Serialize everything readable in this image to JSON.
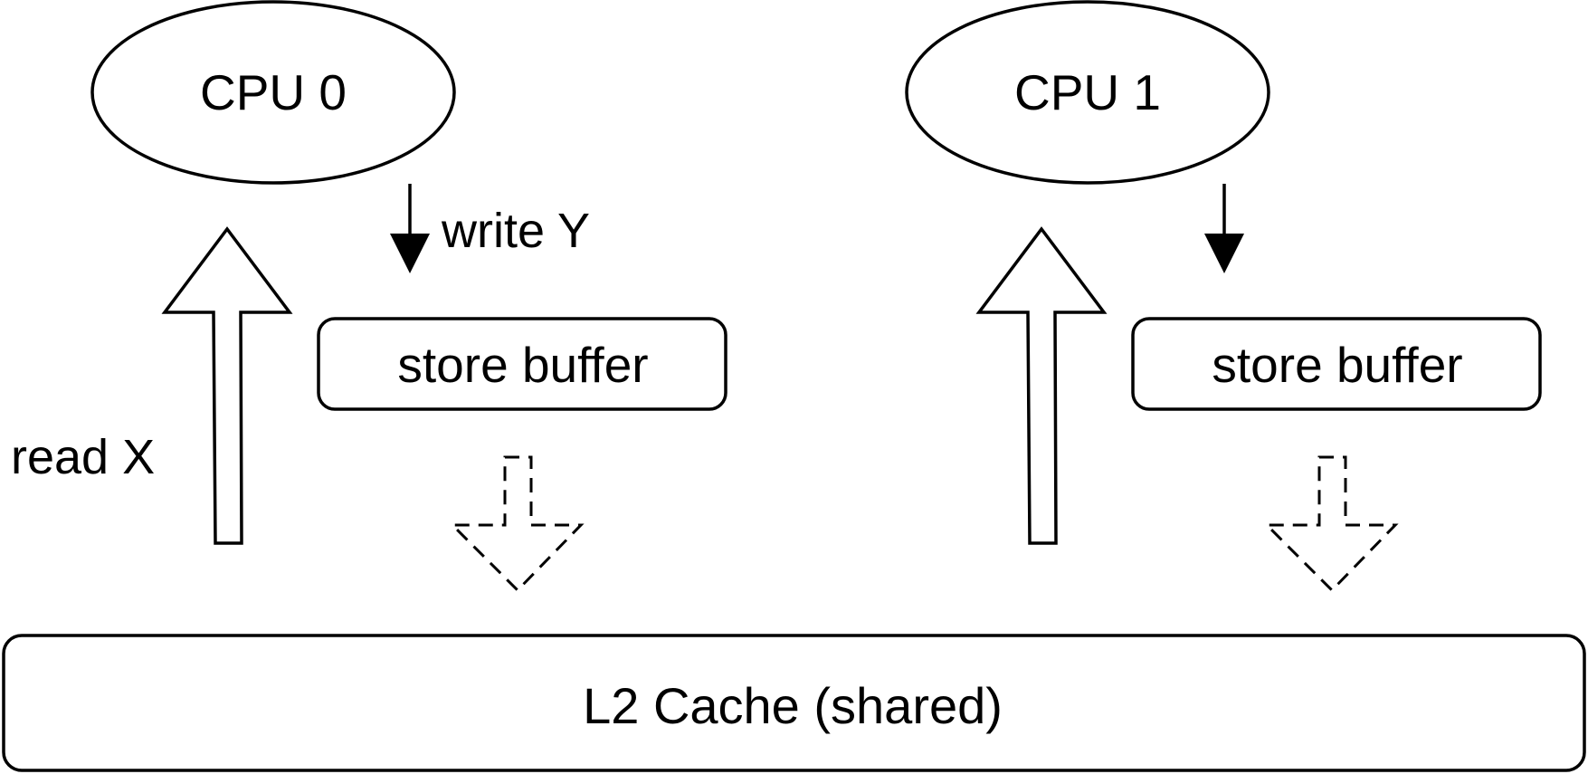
{
  "cpus": [
    {
      "label": "CPU 0",
      "read_label": "read X",
      "write_label": "write Y",
      "buffer_label": "store buffer"
    },
    {
      "label": "CPU 1",
      "read_label": "",
      "write_label": "",
      "buffer_label": "store buffer"
    }
  ],
  "cache": {
    "label": "L2 Cache (shared)"
  }
}
